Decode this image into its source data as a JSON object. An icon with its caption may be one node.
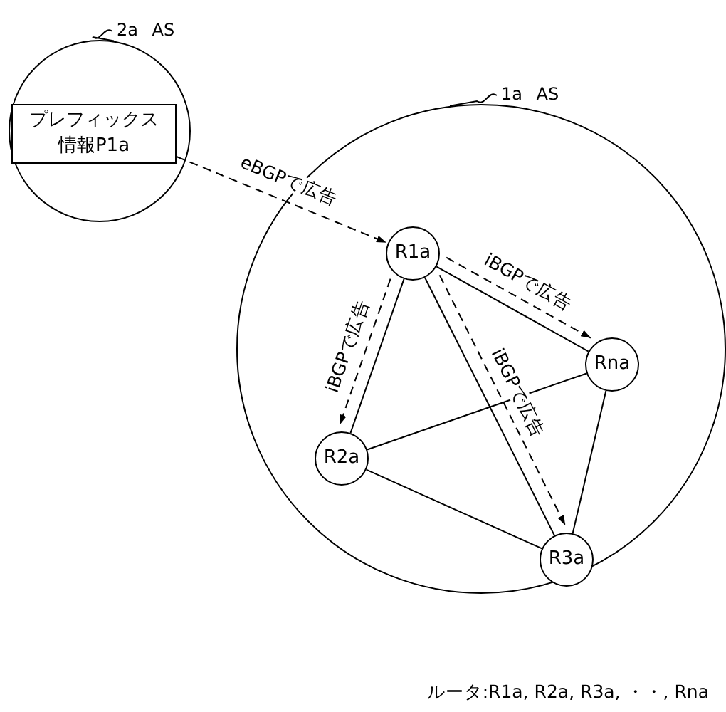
{
  "diagram": {
    "nodes": [
      {
        "text": [
          "2a AS"
        ]
      },
      {
        "text": [
          "プレフィックス情報P1a"
        ],
        "in": 0
      },
      {
        "text": [
          "1a AS"
        ]
      },
      {
        "text": [
          "R1a"
        ],
        "in": 2
      },
      {
        "text": [
          "Rna"
        ],
        "in": 2
      },
      {
        "text": [
          "R2a"
        ],
        "in": 2
      },
      {
        "text": [
          "R3a"
        ],
        "in": 2
      }
    ],
    "edges": [
      {
        "from": 1,
        "to": 3,
        "arrow": "to",
        "style": "dashed",
        "label": "eBGPで広告"
      },
      {
        "from": 3,
        "to": 4,
        "arrow": "to",
        "style": "dashed",
        "label": "iBGPで広告"
      },
      {
        "from": 3,
        "to": 5,
        "arrow": "to",
        "style": "dashed",
        "label": "iBGPで広告"
      },
      {
        "from": 3,
        "to": 6,
        "arrow": "to",
        "style": "dashed",
        "label": "iBGPで広告"
      },
      {
        "from": 3,
        "to": 4,
        "arrow": "none"
      },
      {
        "from": 3,
        "to": 5,
        "arrow": "none"
      },
      {
        "from": 3,
        "to": 6,
        "arrow": "none"
      },
      {
        "from": 5,
        "to": 4,
        "arrow": "none"
      },
      {
        "from": 5,
        "to": 6,
        "arrow": "none"
      },
      {
        "from": 4,
        "to": 6,
        "arrow": "none"
      }
    ],
    "labels": [
      "ルータ:R1a, R2a, R3a, ・・, Rna"
    ]
  }
}
